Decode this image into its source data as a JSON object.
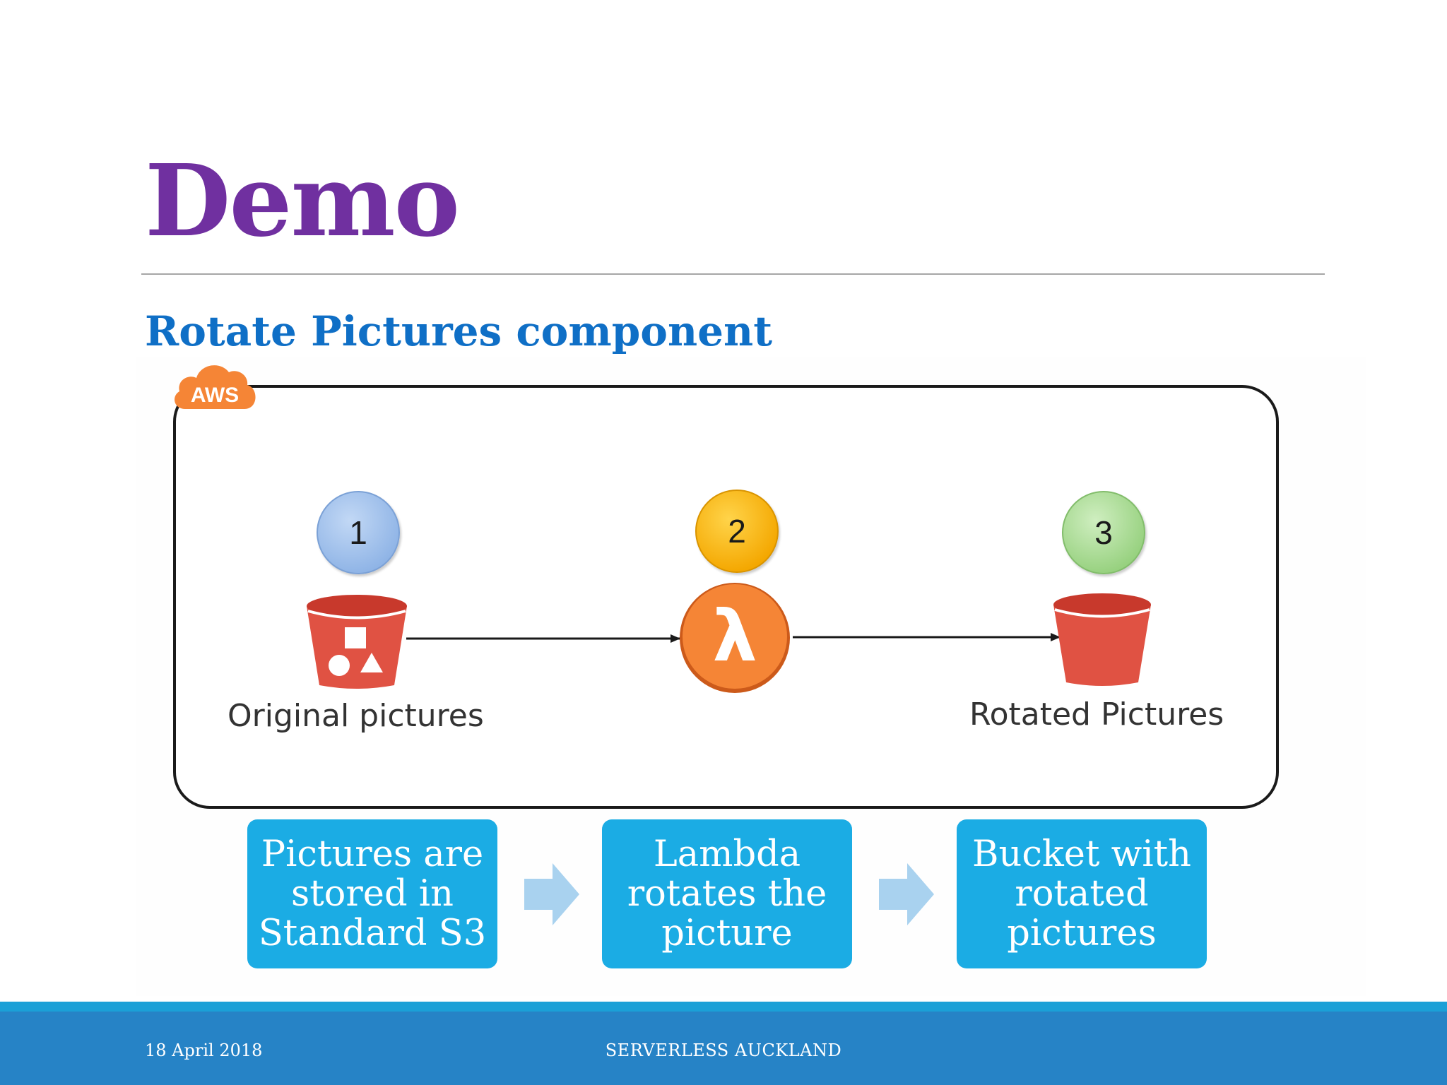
{
  "slide": {
    "title": "Demo",
    "subtitle": "Rotate Pictures component"
  },
  "diagram": {
    "cloud_badge": "AWS",
    "nodes": [
      {
        "step": "1",
        "label": "Original pictures",
        "icon": "s3-bucket-objects-icon"
      },
      {
        "step": "2",
        "label": "",
        "icon": "lambda-icon",
        "glyph": "λ"
      },
      {
        "step": "3",
        "label": "Rotated Pictures",
        "icon": "s3-bucket-icon"
      }
    ]
  },
  "process_steps": [
    "Pictures are stored in Standard S3",
    "Lambda rotates the picture",
    "Bucket with rotated pictures"
  ],
  "footer": {
    "date": "18 April 2018",
    "organizer": "SERVERLESS AUCKLAND"
  },
  "colors": {
    "title": "#7030a0",
    "subtitle": "#0f6fc6",
    "step_box": "#1bace4",
    "footer": "#2683c6",
    "aws_orange": "#f58536",
    "s3_red": "#e05243"
  }
}
